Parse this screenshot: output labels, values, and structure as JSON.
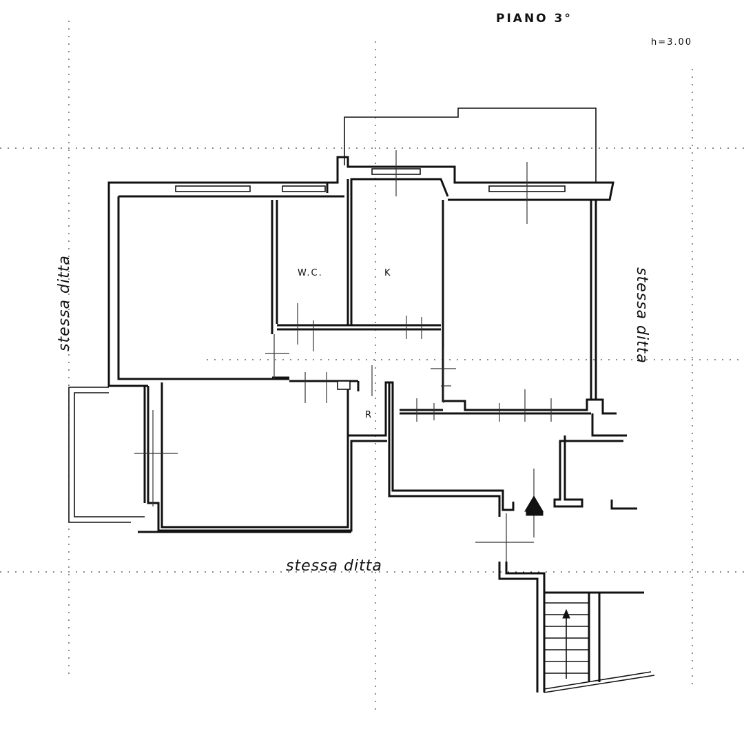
{
  "sheet": {
    "floor_label": "PIANO 3°",
    "height_label": "h=3.00"
  },
  "rooms": {
    "wc": "W.C.",
    "kitchen": "K",
    "storage": "R"
  },
  "neighbours": {
    "left": "stessa ditta",
    "right": "stessa ditta",
    "bottom": "stessa ditta"
  }
}
